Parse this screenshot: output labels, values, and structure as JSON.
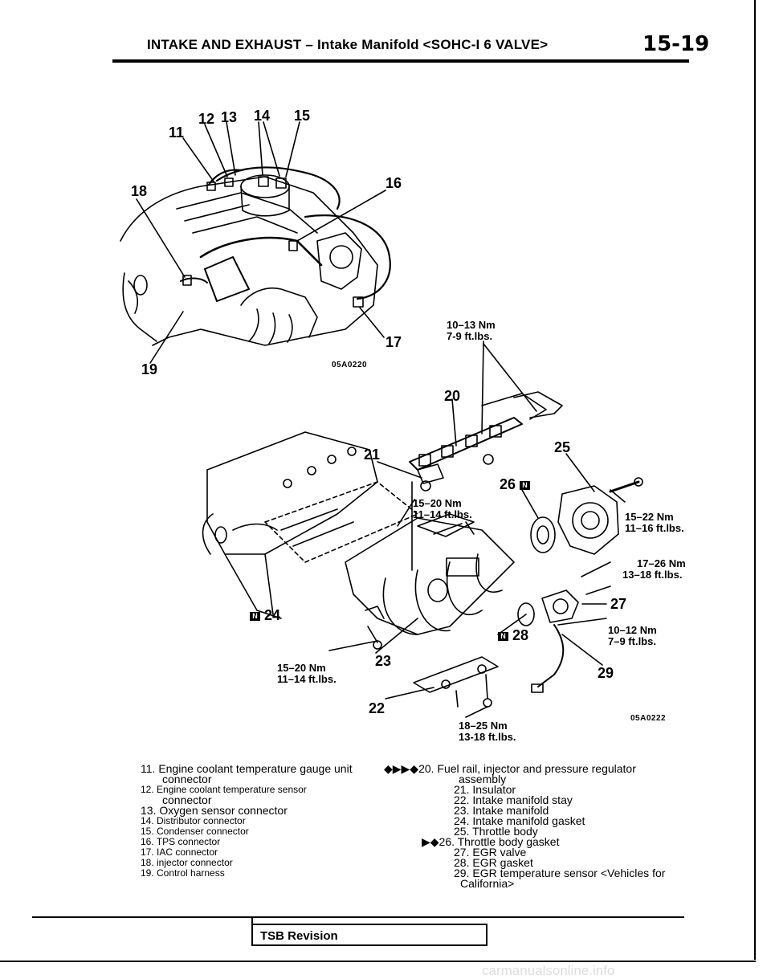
{
  "header": {
    "title": "INTAKE AND EXHAUST – Intake Manifold <SOHC-I 6 VALVE>",
    "page_number": "15-19"
  },
  "figure1": {
    "code": "05A0220",
    "callouts": [
      "11",
      "12",
      "13",
      "14",
      "15",
      "16",
      "17",
      "18",
      "19"
    ],
    "torque_17": [
      "10–13 Nm",
      "7-9 ft.lbs."
    ]
  },
  "figure2": {
    "code": "05A0222",
    "callouts": [
      "20",
      "21",
      "22",
      "23",
      "24",
      "25",
      "26",
      "27",
      "28",
      "29"
    ],
    "torque_21": [
      "15–20 Nm",
      "11–14 ft.lbs."
    ],
    "torque_24": [
      "15–20 Nm",
      "11–14 ft.lbs."
    ],
    "torque_25": [
      "15–22 Nm",
      "11–16 ft.lbs."
    ],
    "torque_27": [
      "17–26 Nm",
      "13–18 ft.lbs."
    ],
    "torque_29": [
      "10–12 Nm",
      "7–9 ft.lbs."
    ],
    "torque_22": [
      "18–25 Nm",
      "13-18 ft.lbs."
    ],
    "n_mark": "N"
  },
  "legend_left": [
    "11. Engine coolant temperature gauge unit",
    "connector",
    "12. Engine coolant temperature sensor",
    "connector",
    "13. Oxygen sensor connector",
    "14. Distributor connector",
    "15. Condenser connector",
    "16. TPS connector",
    "17. IAC connector",
    "18. injector connector",
    "19. Control harness"
  ],
  "legend_right": [
    "◆▶▶◆20. Fuel rail, injector and pressure regulator",
    "assembly",
    "21. Insulator",
    "22. Intake manifold stay",
    "23. Intake manifold",
    "24. Intake manifold gasket",
    "25. Throttle body",
    "▶◆26. Throttle body gasket",
    "27. EGR valve",
    "28. EGR gasket",
    "29. EGR temperature sensor <Vehicles for",
    "California>"
  ],
  "footer": {
    "tsb_label": "TSB Revision",
    "watermark": "carmanualsonline.info"
  }
}
